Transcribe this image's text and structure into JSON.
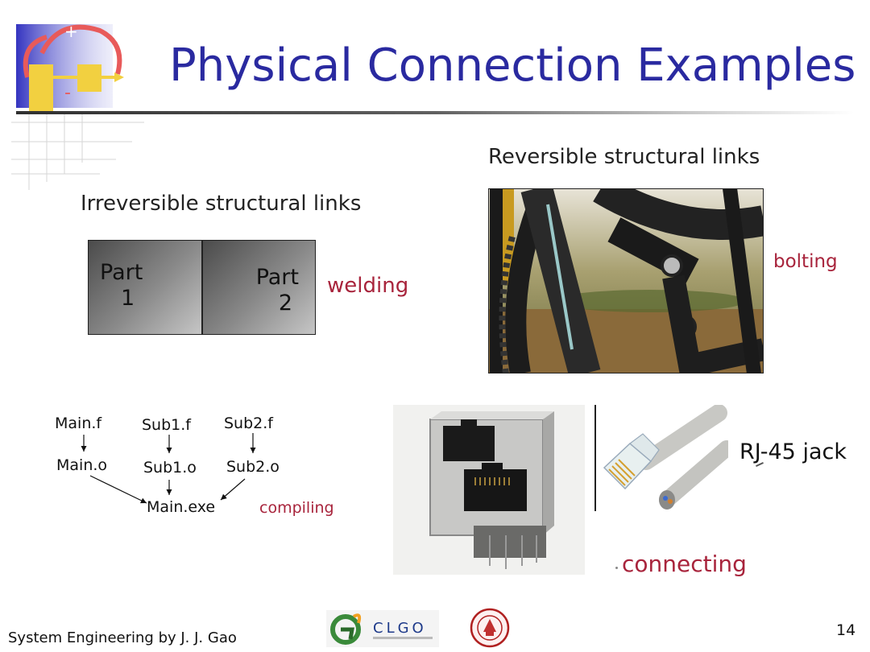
{
  "slide": {
    "title": "Physical Connection Examples",
    "page_number": "14"
  },
  "irreversible": {
    "heading": "Irreversible structural links",
    "part1_line1": "Part",
    "part1_line2": "1",
    "part2_line1": "Part",
    "part2_line2": "2",
    "method": "welding"
  },
  "reversible": {
    "heading": "Reversible structural links",
    "method": "bolting"
  },
  "compiling": {
    "sources": [
      "Main.f",
      "Sub1.f",
      "Sub2.f"
    ],
    "objects": [
      "Main.o",
      "Sub1.o",
      "Sub2.o"
    ],
    "executable": "Main.exe",
    "method": "compiling"
  },
  "connecting": {
    "label": "RJ-45 jack",
    "method": "connecting"
  },
  "footer": {
    "text": "System Engineering by J. J. Gao",
    "logo_text": "CLGO"
  },
  "colors": {
    "title": "#2a2aa0",
    "accent_label": "#a8243c"
  }
}
